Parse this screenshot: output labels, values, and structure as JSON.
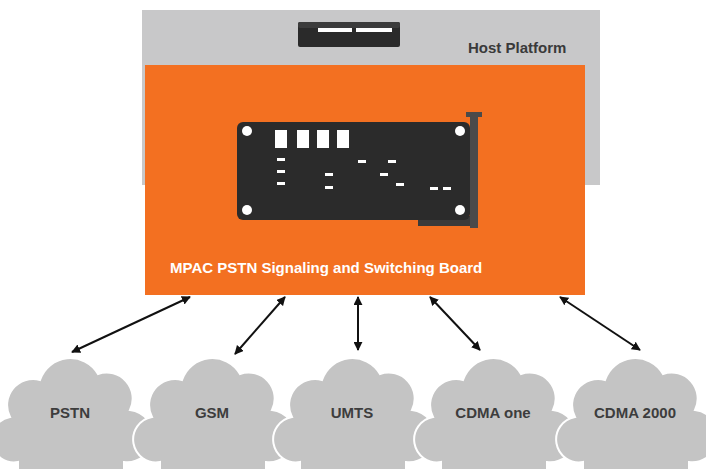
{
  "diagram": {
    "nodes": [
      {
        "text": [
          "Host Platform"
        ]
      },
      {
        "text": [
          "MPAC PSTN Signaling and Switching Board"
        ]
      },
      {
        "text": [
          "PSTN"
        ]
      },
      {
        "text": [
          "GSM"
        ]
      },
      {
        "text": [
          "UMTS"
        ]
      },
      {
        "text": [
          "CDMA one"
        ]
      },
      {
        "text": [
          "CDMA 2000"
        ]
      }
    ],
    "edges": [
      {
        "from": 1,
        "to": 2,
        "arrow": "both"
      },
      {
        "from": 1,
        "to": 3,
        "arrow": "both"
      },
      {
        "from": 1,
        "to": 4,
        "arrow": "both"
      },
      {
        "from": 1,
        "to": 5,
        "arrow": "both"
      },
      {
        "from": 1,
        "to": 6,
        "arrow": "both"
      }
    ]
  }
}
